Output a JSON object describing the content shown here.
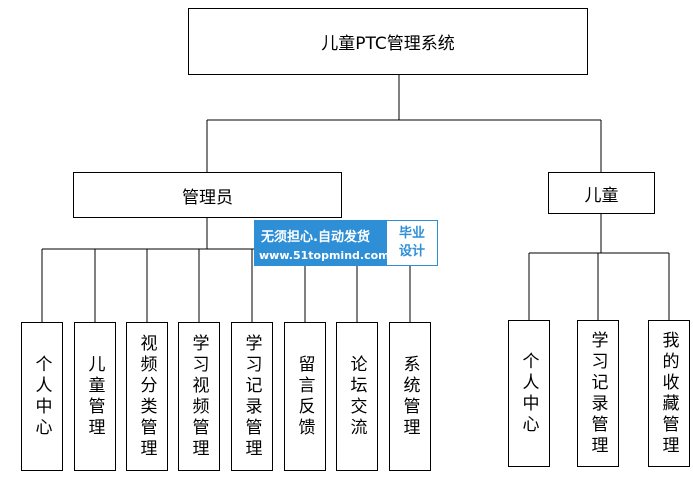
{
  "root": {
    "label": "儿童PTC管理系统"
  },
  "branches": [
    {
      "label": "管理员",
      "children": [
        "个人中心",
        "儿童管理",
        "视频分类管理",
        "学习视频管理",
        "学习记录管理",
        "留言反馈",
        "论坛交流",
        "系统管理"
      ]
    },
    {
      "label": "儿童",
      "children": [
        "个人中心",
        "学习记录管理",
        "我的收藏管理"
      ]
    }
  ],
  "watermark": {
    "line1": "无须担心.自动发货",
    "line2": "www.51topmind.com",
    "side_line1": "毕业",
    "side_line2": "设计"
  }
}
